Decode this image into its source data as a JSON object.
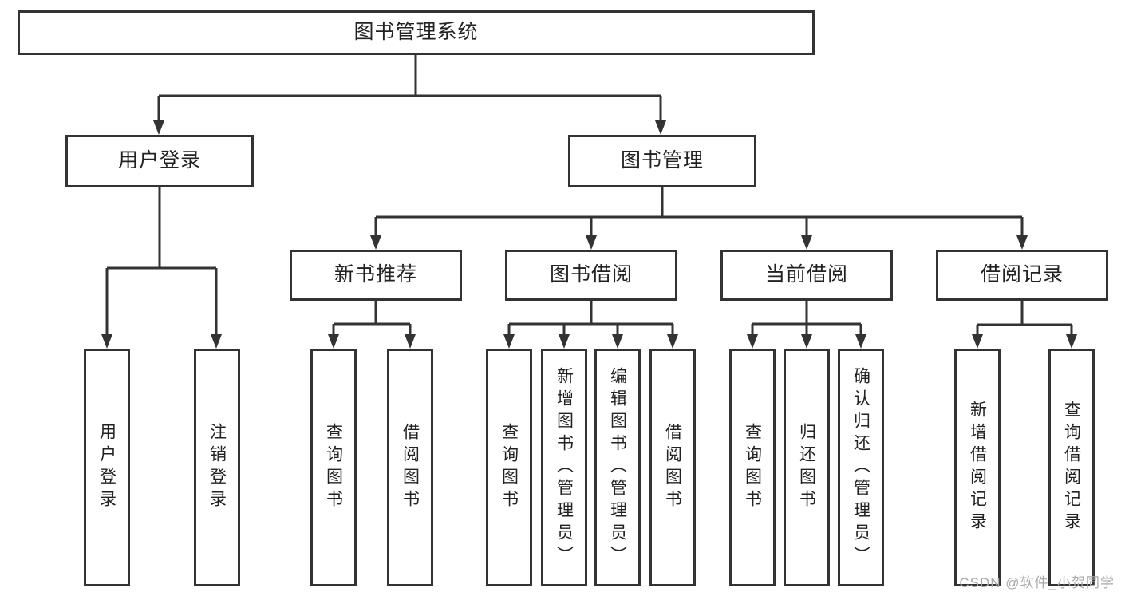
{
  "tree": {
    "label": "图书管理系统",
    "children": [
      {
        "label": "用户登录",
        "children": [
          {
            "label": "用户登录"
          },
          {
            "label": "注销登录"
          }
        ]
      },
      {
        "label": "图书管理",
        "children": [
          {
            "label": "新书推荐",
            "children": [
              {
                "label": "查询图书"
              },
              {
                "label": "借阅图书"
              }
            ]
          },
          {
            "label": "图书借阅",
            "children": [
              {
                "label": "查询图书"
              },
              {
                "label": "新增图书（管理员）"
              },
              {
                "label": "编辑图书（管理员）"
              },
              {
                "label": "借阅图书"
              }
            ]
          },
          {
            "label": "当前借阅",
            "children": [
              {
                "label": "查询图书"
              },
              {
                "label": "归还图书"
              },
              {
                "label": "确认归还（管理员）"
              }
            ]
          },
          {
            "label": "借阅记录",
            "children": [
              {
                "label": "新增借阅记录"
              },
              {
                "label": "查询借阅记录"
              }
            ]
          }
        ]
      }
    ]
  },
  "watermark": {
    "text": "CSDN @软件_小贺同学"
  },
  "colors": {
    "line": "#333333",
    "text": "#222222",
    "watermark": "#a9a9a9",
    "background": "#ffffff"
  }
}
